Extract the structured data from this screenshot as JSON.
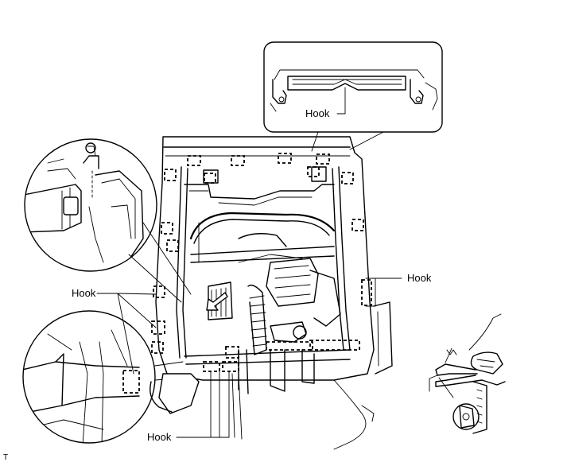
{
  "labels": {
    "hook_top": "Hook",
    "hook_right": "Hook",
    "hook_left": "Hook",
    "hook_bottom": "Hook",
    "corner_mark": "T"
  },
  "icons": {
    "arrow": "thick-arrow-icon",
    "pliers": "clip-remover-pliers-icon"
  },
  "colors": {
    "line": "#000000",
    "background": "#ffffff"
  }
}
